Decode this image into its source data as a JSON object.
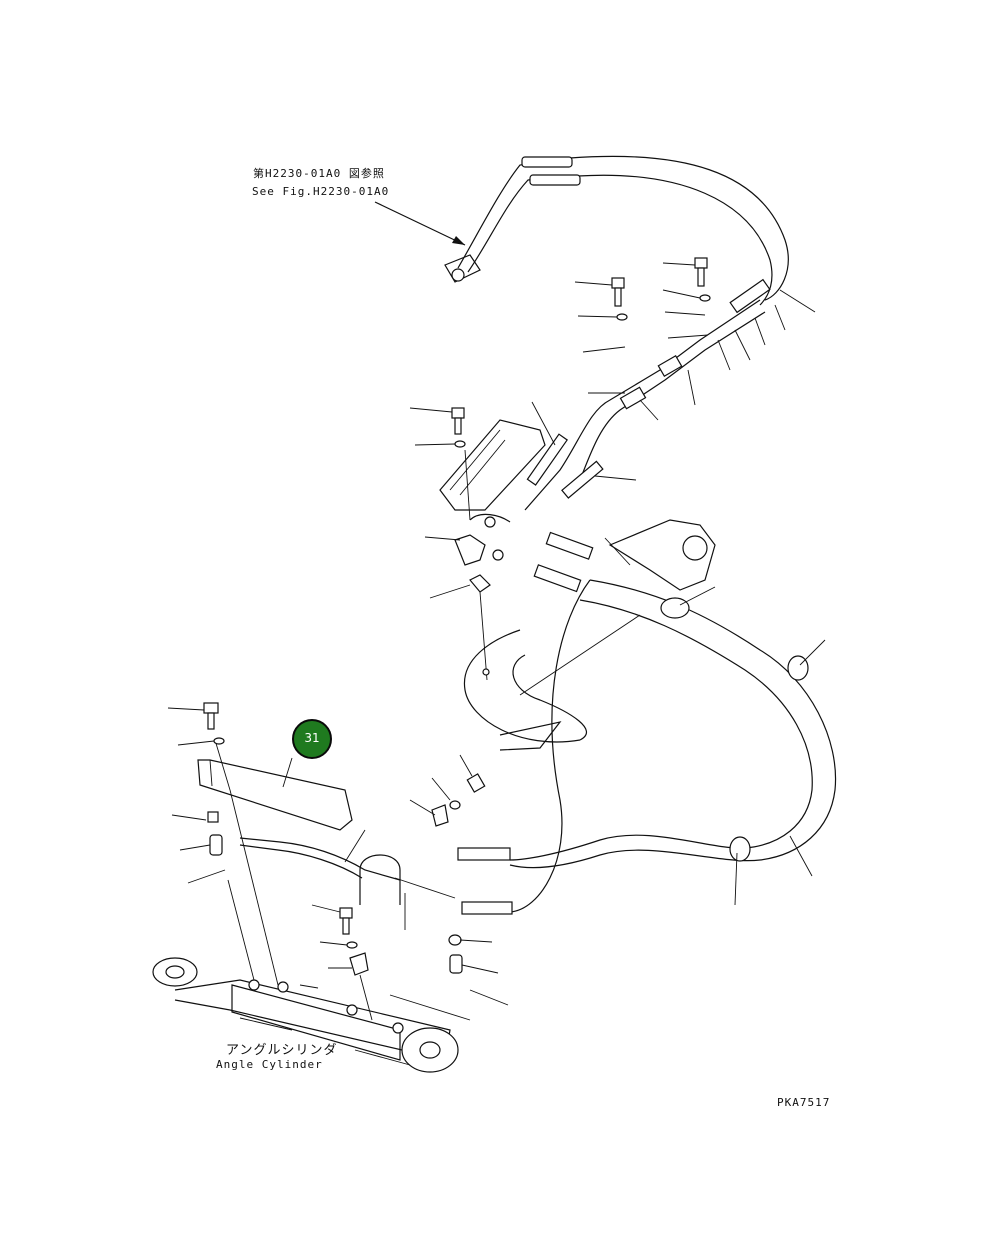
{
  "reference": {
    "jp": "第H2230-01A0 図参照",
    "en": "See Fig.H2230-01A0"
  },
  "cylinder": {
    "jp": "アングルシリンダ",
    "en": "Angle Cylinder"
  },
  "drawing_code": "PKA7517",
  "callout": {
    "number": "31",
    "color": "#1f7a1f"
  }
}
